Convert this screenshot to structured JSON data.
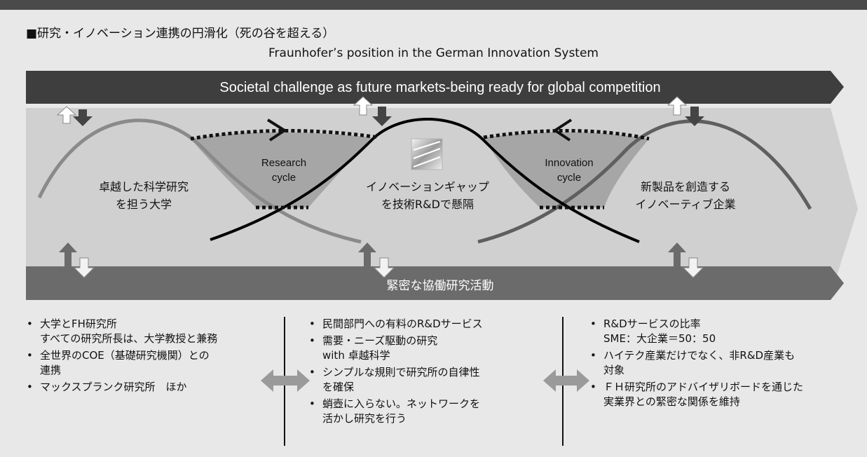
{
  "heading": "■研究・イノベーション連携の円滑化（死の谷を超える）",
  "subtitle": "Fraunhofer’s position in the German Innovation System",
  "diagram": {
    "top_arrow_label": "Societal challenge as future markets-being ready for global competition",
    "bottom_arrow_label": "緊密な協働研究活動",
    "research_cycle": "Research\ncycle",
    "innovation_cycle": "Innovation\ncycle",
    "left_label": "卓越した科学研究\nを担う大学",
    "center_label": "イノベーションギャップ\nを技術R&Dで懸隔",
    "right_label": "新製品を創造する\nイノベーティブ企業"
  },
  "columns": [
    {
      "items": [
        {
          "bullet": true,
          "text": "大学とFH研究所\nすべての研究所長は、大学教授と兼務"
        },
        {
          "bullet": true,
          "text": "全世界のCOE（基礎研究機関）との\n連携"
        },
        {
          "bullet": true,
          "text": "マックスプランク研究所　ほか"
        }
      ]
    },
    {
      "items": [
        {
          "bullet": true,
          "text": "民間部門への有料のR&Dサービス"
        },
        {
          "bullet": true,
          "text": "需要・ニーズ駆動の研究\nwith 卓越科学"
        },
        {
          "bullet": true,
          "text": "シンプルな規則で研究所の自律性\nを確保"
        },
        {
          "bullet": true,
          "text": "蛸壺に入らない。ネットワークを\n活かし研究を行う"
        }
      ]
    },
    {
      "items": [
        {
          "bullet": true,
          "text": "R&Dサービスの比率\nSME：大企業＝50：50"
        },
        {
          "bullet": true,
          "text": "ハイテク産業だけでなく、非R&D産業も\n対象"
        },
        {
          "bullet": true,
          "text": "ＦＨ研究所のアドバイザリボードを通じた\n実業界との緊密な関係を維持"
        }
      ]
    }
  ],
  "colors": {
    "dark_band": "#3e3e3e",
    "mid_band": "#6b6b6b",
    "light_band": "#cfcfcf",
    "gap_fill": "#a6a6a6"
  }
}
